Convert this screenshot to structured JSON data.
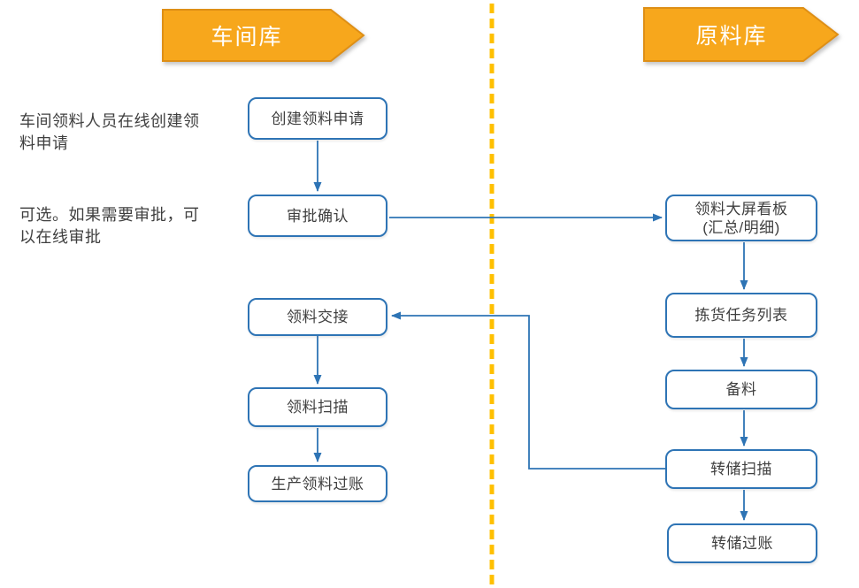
{
  "lanes": {
    "left": {
      "label": "车间库"
    },
    "right": {
      "label": "原料库"
    }
  },
  "annotations": [
    {
      "text": "车间领料人员在线创建领\n料申请"
    },
    {
      "text": "可选。如果需要审批，可\n以在线审批"
    }
  ],
  "nodes": [
    {
      "id": "create-request",
      "label": "创建领料申请"
    },
    {
      "id": "approval-confirm",
      "label": "审批确认"
    },
    {
      "id": "material-handover",
      "label": "领料交接"
    },
    {
      "id": "material-scan",
      "label": "领料扫描"
    },
    {
      "id": "production-posting",
      "label": "生产领料过账"
    },
    {
      "id": "dashboard",
      "label": "领料大屏看板\n(汇总/明细)"
    },
    {
      "id": "picking-task-list",
      "label": "拣货任务列表"
    },
    {
      "id": "material-prep",
      "label": "备料"
    },
    {
      "id": "transfer-scan",
      "label": "转储扫描"
    },
    {
      "id": "transfer-posting",
      "label": "转储过账"
    }
  ],
  "edges": [
    {
      "from": "create-request",
      "to": "approval-confirm"
    },
    {
      "from": "approval-confirm",
      "to": "dashboard"
    },
    {
      "from": "dashboard",
      "to": "picking-task-list"
    },
    {
      "from": "picking-task-list",
      "to": "material-prep"
    },
    {
      "from": "material-prep",
      "to": "transfer-scan"
    },
    {
      "from": "transfer-scan",
      "to": "transfer-posting"
    },
    {
      "from": "transfer-scan",
      "to": "material-handover"
    },
    {
      "from": "material-handover",
      "to": "material-scan"
    },
    {
      "from": "material-scan",
      "to": "production-posting"
    }
  ],
  "colors": {
    "connector_blue": "#2E74B5",
    "node_border": "#2E74B5",
    "node_text": "#3F3F3F",
    "banner_fill": "#F7A71C",
    "banner_border": "#DE8F16",
    "banner_text": "#FFFFFF",
    "divider_gold": "#FFC000"
  }
}
